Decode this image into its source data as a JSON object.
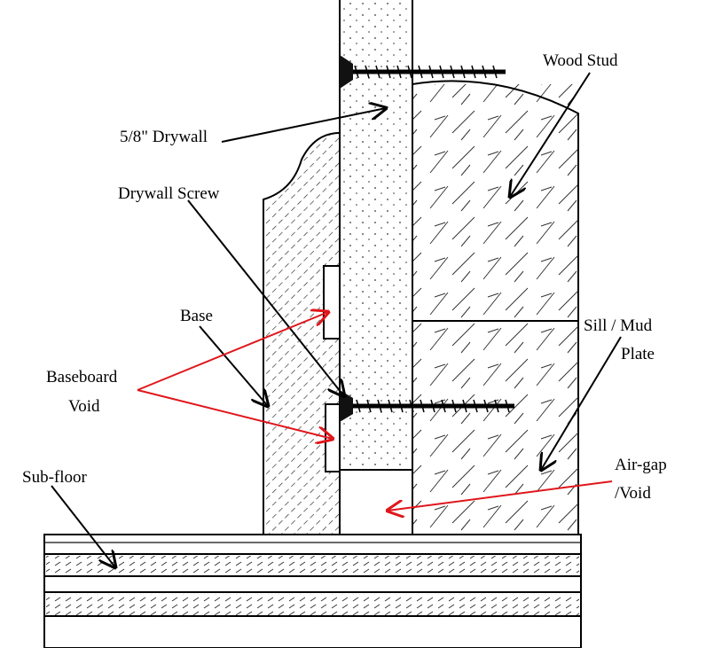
{
  "labels": {
    "wood_stud": "Wood Stud",
    "drywall": "5/8\" Drywall",
    "drywall_screw": "Drywall Screw",
    "base": "Base",
    "baseboard_void_line1": "Baseboard",
    "baseboard_void_line2": "Void",
    "sill_line1": "Sill / Mud",
    "sill_line2": "Plate",
    "subfloor": "Sub-floor",
    "airgap_line1": "Air-gap",
    "airgap_line2": "/Void"
  },
  "colors": {
    "arrow_red": "#e0161b",
    "line": "#000000"
  }
}
